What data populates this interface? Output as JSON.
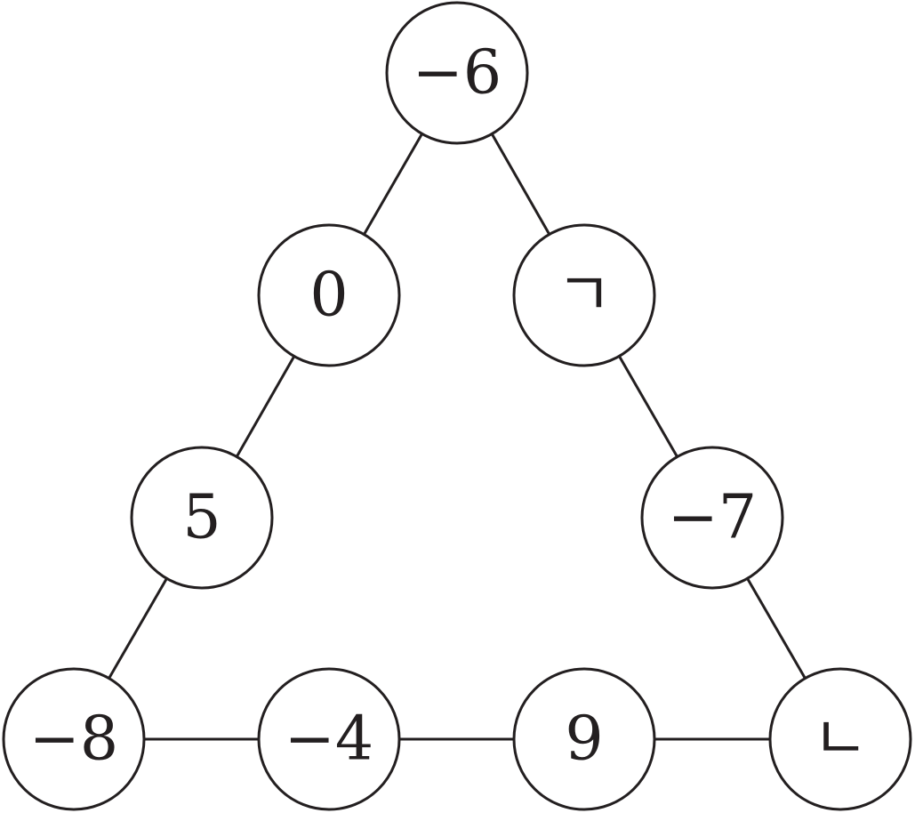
{
  "diagram": {
    "colors": {
      "stroke": "#231f20",
      "fill": "#ffffff",
      "text": "#231f20"
    },
    "nodes": [
      {
        "id": "top",
        "label": "−6"
      },
      {
        "id": "left-upper",
        "label": "0"
      },
      {
        "id": "right-upper",
        "label": "ㄱ"
      },
      {
        "id": "left-lower",
        "label": "5"
      },
      {
        "id": "right-lower",
        "label": "−7"
      },
      {
        "id": "bottom-left",
        "label": "−8"
      },
      {
        "id": "bottom-mid-left",
        "label": "−4"
      },
      {
        "id": "bottom-mid-right",
        "label": "9"
      },
      {
        "id": "bottom-right",
        "label": "ㄴ"
      }
    ],
    "edges": [
      [
        "top",
        "left-upper"
      ],
      [
        "left-upper",
        "left-lower"
      ],
      [
        "left-lower",
        "bottom-left"
      ],
      [
        "top",
        "right-upper"
      ],
      [
        "right-upper",
        "right-lower"
      ],
      [
        "right-lower",
        "bottom-right"
      ],
      [
        "bottom-left",
        "bottom-mid-left"
      ],
      [
        "bottom-mid-left",
        "bottom-mid-right"
      ],
      [
        "bottom-mid-right",
        "bottom-right"
      ]
    ]
  }
}
